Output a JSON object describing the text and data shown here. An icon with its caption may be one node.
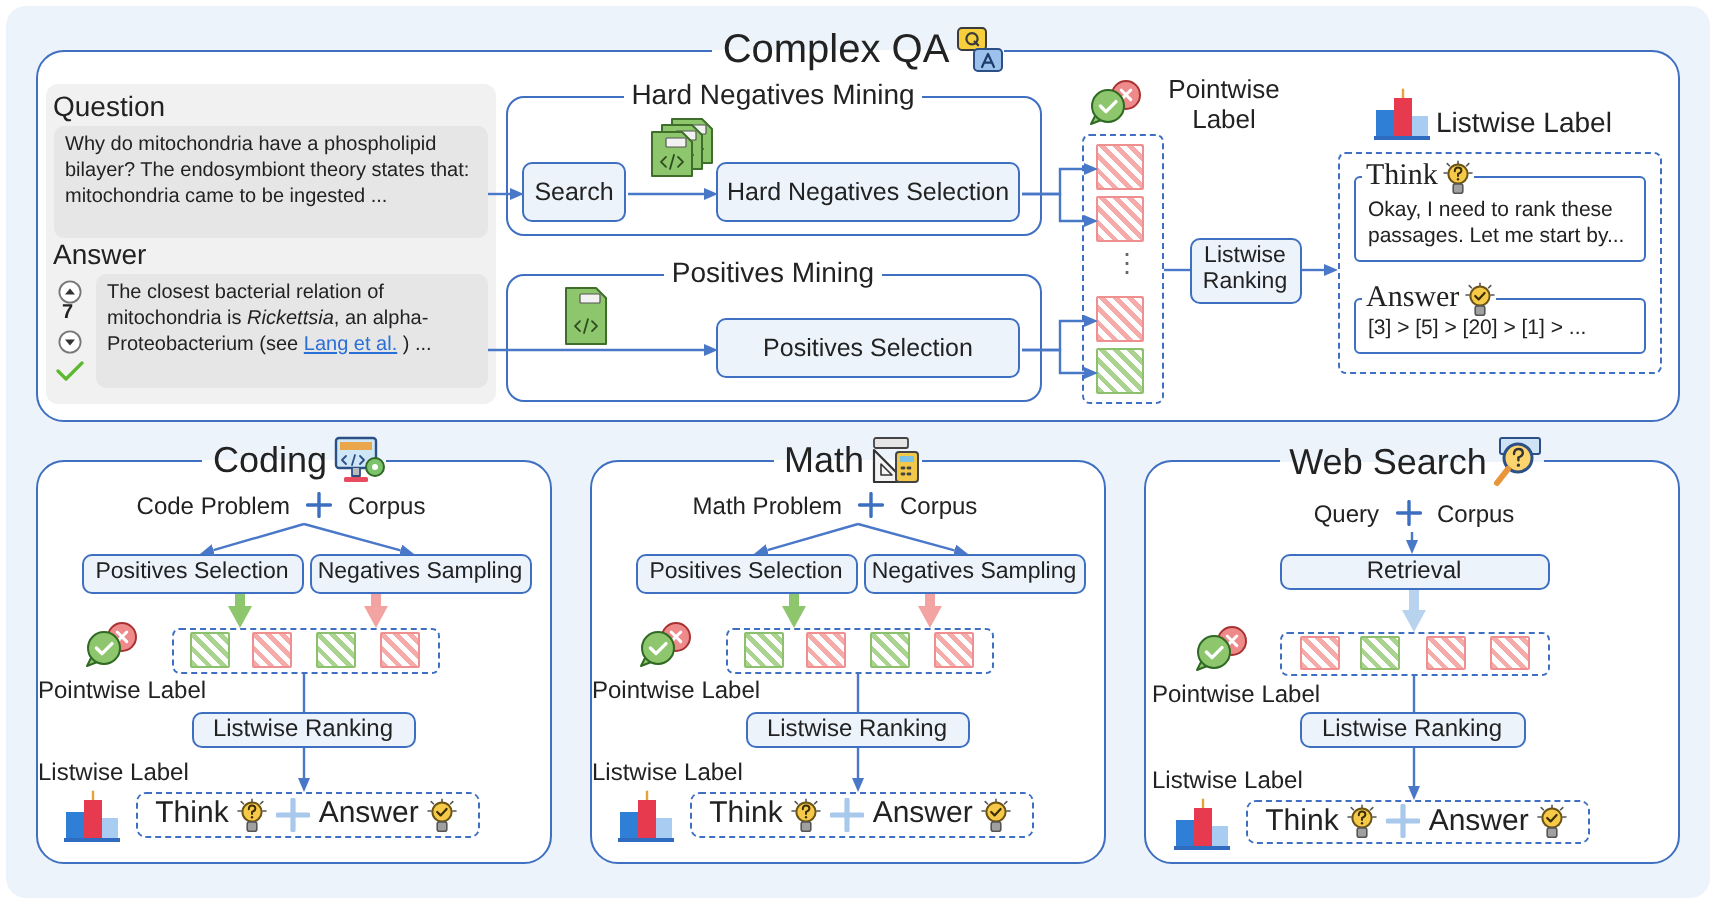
{
  "diagram": {
    "nodes": [
      {
        "text": [
          "Complex QA"
        ]
      },
      {
        "text": [
          "Question",
          "Answer"
        ],
        "in": 0
      },
      {
        "text": [
          "Why do mitochondria have a phospholipid bilayer? The endosymbiont theory states that: mitochondria came to be ingested ..."
        ],
        "in": 1
      },
      {
        "text": [
          "The closest bacterial relation of mitochondria is *Rickettsia*, an alpha-Proteobacterium (see",
          "Lang et al.",
          ") ..."
        ],
        "in": 1
      },
      {
        "text": [
          "Hard Negatives Mining"
        ],
        "in": 0
      },
      {
        "text": [
          "Search"
        ],
        "in": 4
      },
      {
        "text": [
          "Hard Negatives Selection"
        ],
        "in": 4
      },
      {
        "text": [
          "Positives Mining"
        ],
        "in": 0
      },
      {
        "text": [
          "Positives Selection"
        ],
        "in": 7
      },
      {
        "text": [
          "Pointwise Label"
        ],
        "in": 0
      },
      {
        "text": [],
        "shape": "box",
        "in": 9
      },
      {
        "text": [],
        "shape": "box",
        "in": 9
      },
      {
        "text": [],
        "shape": "box",
        "in": 9
      },
      {
        "text": [],
        "shape": "box",
        "in": 9
      },
      {
        "text": [
          "Listwise Ranking"
        ],
        "in": 0
      },
      {
        "text": [
          "Listwise Label"
        ],
        "in": 0
      },
      {
        "text": [
          "Think",
          "Okay, I need to rank these passages. Let me start by..."
        ],
        "in": 15
      },
      {
        "text": [
          "Answer",
          "[3] > [5] > [20] > [1] > ..."
        ],
        "in": 15
      },
      {
        "text": [
          "Coding"
        ]
      },
      {
        "text": [
          "Code Problem",
          "Corpus"
        ],
        "in": 18
      },
      {
        "text": [
          "Positives Selection"
        ],
        "in": 18
      },
      {
        "text": [
          "Negatives Sampling"
        ],
        "in": 18
      },
      {
        "text": [],
        "shape": "box",
        "in": 18,
        "beside": [
          "Pointwise Label"
        ]
      },
      {
        "text": [],
        "shape": "box",
        "in": 22
      },
      {
        "text": [],
        "shape": "box",
        "in": 22
      },
      {
        "text": [],
        "shape": "box",
        "in": 22
      },
      {
        "text": [],
        "shape": "box",
        "in": 22
      },
      {
        "text": [
          "Listwise Ranking"
        ],
        "in": 18
      },
      {
        "text": [
          "Think",
          "Answer"
        ],
        "in": 18,
        "beside": [
          "Listwise Label"
        ]
      },
      {
        "text": [
          "Math"
        ]
      },
      {
        "text": [
          "Math Problem",
          "Corpus"
        ],
        "in": 29
      },
      {
        "text": [
          "Positives Selection"
        ],
        "in": 29
      },
      {
        "text": [
          "Negatives Sampling"
        ],
        "in": 29
      },
      {
        "text": [],
        "shape": "box",
        "in": 29,
        "beside": [
          "Pointwise Label"
        ]
      },
      {
        "text": [],
        "shape": "box",
        "in": 33
      },
      {
        "text": [],
        "shape": "box",
        "in": 33
      },
      {
        "text": [],
        "shape": "box",
        "in": 33
      },
      {
        "text": [],
        "shape": "box",
        "in": 33
      },
      {
        "text": [
          "Listwise Ranking"
        ],
        "in": 29
      },
      {
        "text": [
          "Think",
          "Answer"
        ],
        "in": 29,
        "beside": [
          "Listwise Label"
        ]
      },
      {
        "text": [
          "Web Search"
        ]
      },
      {
        "text": [
          "Query",
          "Corpus"
        ],
        "in": 40
      },
      {
        "text": [
          "Retrieval"
        ],
        "in": 40
      },
      {
        "text": [],
        "shape": "box",
        "in": 40,
        "beside": [
          "Pointwise Label"
        ]
      },
      {
        "text": [],
        "shape": "box",
        "in": 43
      },
      {
        "text": [],
        "shape": "box",
        "in": 43
      },
      {
        "text": [],
        "shape": "box",
        "in": 43
      },
      {
        "text": [],
        "shape": "box",
        "in": 43
      },
      {
        "text": [
          "Listwise Ranking"
        ],
        "in": 40
      },
      {
        "text": [
          "Think",
          "Answer"
        ],
        "in": 40,
        "beside": [
          "Listwise Label"
        ]
      }
    ],
    "edges": [
      {
        "from": 2,
        "to": 5,
        "arrow": "to"
      },
      {
        "from": 5,
        "to": 6,
        "arrow": "to"
      },
      {
        "from": 6,
        "to": 10,
        "arrow": "to"
      },
      {
        "from": 6,
        "to": 11,
        "arrow": "to"
      },
      {
        "from": 3,
        "to": 8,
        "arrow": "to"
      },
      {
        "from": 8,
        "to": 12,
        "arrow": "to"
      },
      {
        "from": 8,
        "to": 13,
        "arrow": "to"
      },
      {
        "from": 9,
        "to": 14,
        "arrow": "none"
      },
      {
        "from": 14,
        "to": 15,
        "arrow": "to"
      },
      {
        "from": 19,
        "to": 20,
        "arrow": "to"
      },
      {
        "from": 19,
        "to": 21,
        "arrow": "to"
      },
      {
        "from": 20,
        "to": 22,
        "arrow": "to",
        "style": "thick",
        "color": "#8dc66c"
      },
      {
        "from": 21,
        "to": 22,
        "arrow": "to",
        "style": "thick",
        "color": "#f4a3a3"
      },
      {
        "from": 22,
        "to": 27,
        "arrow": "none"
      },
      {
        "from": 27,
        "to": 28,
        "arrow": "to"
      },
      {
        "from": 30,
        "to": 31,
        "arrow": "to"
      },
      {
        "from": 30,
        "to": 32,
        "arrow": "to"
      },
      {
        "from": 31,
        "to": 33,
        "arrow": "to",
        "style": "thick",
        "color": "#8dc66c"
      },
      {
        "from": 32,
        "to": 33,
        "arrow": "to",
        "style": "thick",
        "color": "#f4a3a3"
      },
      {
        "from": 33,
        "to": 38,
        "arrow": "none"
      },
      {
        "from": 38,
        "to": 39,
        "arrow": "to"
      },
      {
        "from": 41,
        "to": 42,
        "arrow": "to"
      },
      {
        "from": 42,
        "to": 43,
        "arrow": "to",
        "style": "thick",
        "color": "#b8d3ee"
      },
      {
        "from": 43,
        "to": 48,
        "arrow": "none"
      },
      {
        "from": 48,
        "to": 49,
        "arrow": "to"
      }
    ],
    "labels": [
      "7",
      "⋮"
    ]
  }
}
